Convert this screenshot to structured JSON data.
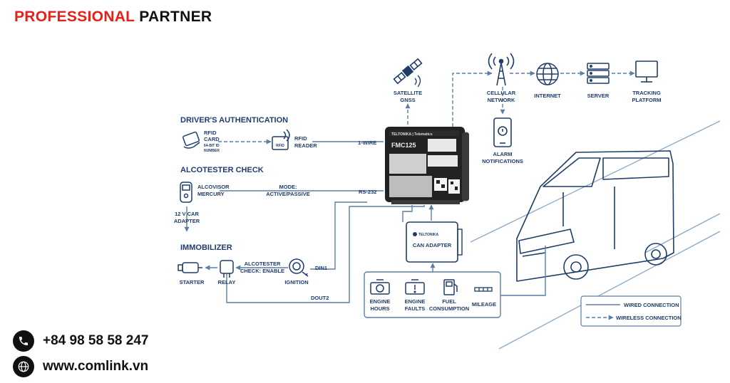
{
  "brand": {
    "part1": "PROFESSIONAL",
    "part2": "PARTNER"
  },
  "contact": {
    "phone": "+84 98 58 58 247",
    "website": "www.comlink.vn"
  },
  "device": {
    "logo": "TELTONIKA | Telematics",
    "model": "FMC125"
  },
  "sections": {
    "driver_auth": "DRIVER'S AUTHENTICATION",
    "alcotester": "ALCOTESTER CHECK",
    "immobilizer": "IMMOBILIZER"
  },
  "labels": {
    "satellite": [
      "SATELLITE",
      "GNSS"
    ],
    "cellular": [
      "CELLULAR",
      "NETWORK"
    ],
    "internet": "INTERNET",
    "server": "SERVER",
    "tracking": [
      "TRACKING",
      "PLATFORM"
    ],
    "alarm": [
      "ALARM",
      "NOTIFICATIONS"
    ],
    "rfid_card": [
      "RFID",
      "CARD"
    ],
    "rfid_card_sub": [
      "64-BIT ID",
      "NUMBER"
    ],
    "rfid_tag": "RFID",
    "rfid_reader": [
      "RFID",
      "READER"
    ],
    "one_wire": "1-WIRE",
    "alcovisor": [
      "ALCOVISOR",
      "MERCURY"
    ],
    "mode": [
      "MODE:",
      "ACTIVE/PASSIVE"
    ],
    "rs232": "RS-232",
    "car_adapter": [
      "12 V CAR",
      "ADAPTER"
    ],
    "starter": "STARTER",
    "relay": "RELAY",
    "alcotester_enable": [
      "ALCOTESTER",
      "CHECK: ENABLE"
    ],
    "ignition": "IGNITION",
    "din1": "DIN1",
    "dout2": "DOUT2",
    "can_logo": "TELTONIKA",
    "can_adapter": "CAN ADAPTER",
    "engine_hours": [
      "ENGINE",
      "HOURS"
    ],
    "engine_faults": [
      "ENGINE",
      "FAULTS"
    ],
    "fuel": [
      "FUEL",
      "CONSUMPTION"
    ],
    "mileage": "MILEAGE"
  },
  "legend": {
    "wired": "WIRED CONNECTION",
    "wireless": "WIRELESS CONNECTION"
  },
  "colors": {
    "navy": "#1e3d6b",
    "line": "#5a7fa6",
    "brand_red": "#e32219"
  }
}
